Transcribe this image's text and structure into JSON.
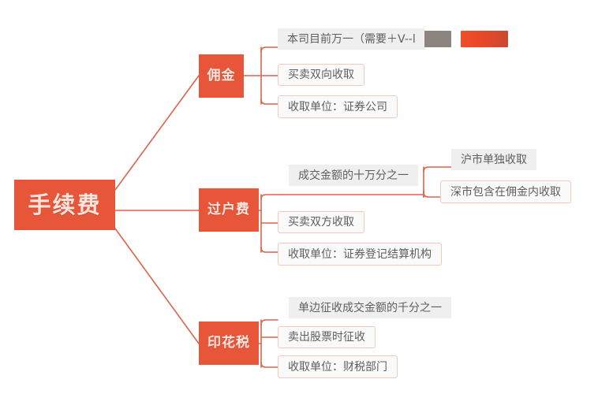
{
  "diagram": {
    "type": "mindmap",
    "title": "手续费",
    "root": {
      "label": "手续费",
      "color": "#E8563A"
    },
    "branches": [
      {
        "id": "commission",
        "label": "佣金",
        "color": "#E8563A",
        "children": [
          {
            "id": "c1",
            "label": "本司目前万一（需要＋V--l",
            "style": "plain",
            "redacted": true
          },
          {
            "id": "c2",
            "label": "买卖双向收取",
            "style": "bordered"
          },
          {
            "id": "c3",
            "label": "收取单位：证券公司",
            "style": "bordered"
          }
        ]
      },
      {
        "id": "transfer",
        "label": "过户费",
        "color": "#E8563A",
        "children": [
          {
            "id": "t1",
            "label": "成交金额的十万分之一",
            "style": "plain",
            "children": [
              {
                "id": "t1a",
                "label": "沪市单独收取",
                "style": "plain"
              },
              {
                "id": "t1b",
                "label": "深市包含在佣金内收取",
                "style": "bordered"
              }
            ]
          },
          {
            "id": "t2",
            "label": "买卖双方收取",
            "style": "bordered"
          },
          {
            "id": "t3",
            "label": "收取单位：证券登记结算机构",
            "style": "bordered"
          }
        ]
      },
      {
        "id": "stamp",
        "label": "印花税",
        "color": "#E8563A",
        "children": [
          {
            "id": "s1",
            "label": "单边征收成交金额的千分之一",
            "style": "plain"
          },
          {
            "id": "s2",
            "label": "卖出股票时征收",
            "style": "bordered"
          },
          {
            "id": "s3",
            "label": "收取单位：财税部门",
            "style": "bordered"
          }
        ]
      }
    ],
    "colors": {
      "node_fill": "#E8563A",
      "node_text": "#FBE4DC",
      "connector": "#D9654B",
      "leaf_fill": "#F2F2F2",
      "leaf_border": "#F0C9BF",
      "leaf_text": "#5E5E5E",
      "redaction_gray": "#8C857F",
      "redaction_orange": "#E8472A",
      "background": "#FFFFFF"
    }
  }
}
